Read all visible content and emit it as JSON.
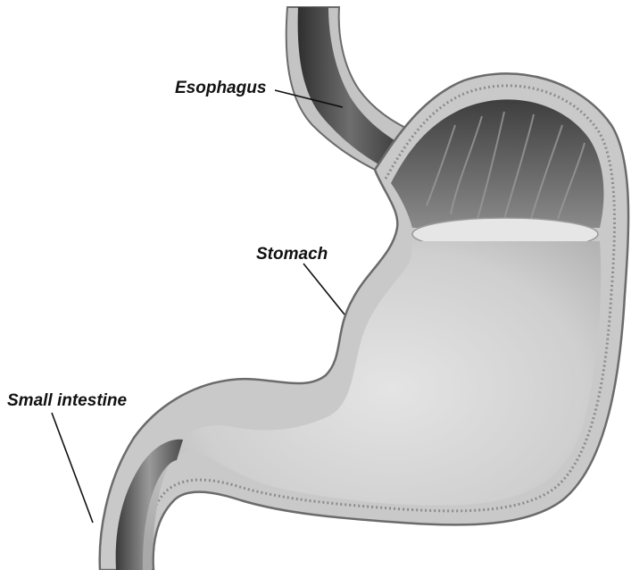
{
  "labels": {
    "esophagus": "Esophagus",
    "stomach": "Stomach",
    "small_intestine": "Small intestine"
  },
  "colors": {
    "background": "#ffffff",
    "wall": "#c8c8c8",
    "wall_texture": "#8c8c8c",
    "lumen_dark": "#5a5a5a",
    "lumen_light": "#dadada",
    "outline": "#6b6b6b"
  }
}
